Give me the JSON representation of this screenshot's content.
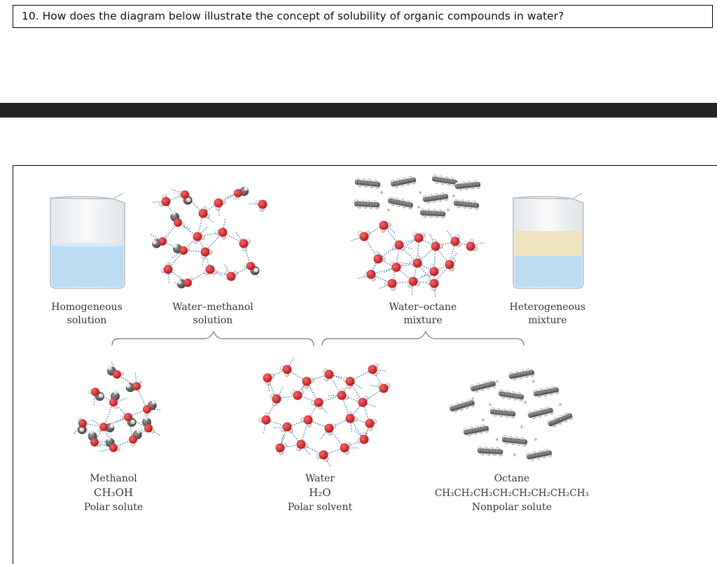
{
  "question": {
    "text": "10. How does the diagram below illustrate the concept of solubility of organic compounds in water?"
  },
  "top_row": {
    "homogeneous": {
      "line1": "Homogeneous",
      "line2": "solution"
    },
    "water_methanol": {
      "line1": "Water–methanol",
      "line2": "solution"
    },
    "water_octane": {
      "line1": "Water–octane",
      "line2": "mixture"
    },
    "heterogeneous": {
      "line1": "Heterogeneous",
      "line2": "mixture"
    }
  },
  "bottom_row": {
    "methanol": {
      "name": "Methanol",
      "formula": "CH₃OH",
      "role": "Polar solute"
    },
    "water": {
      "name": "Water",
      "formula": "H₂O",
      "role": "Polar solvent"
    },
    "octane": {
      "name": "Octane",
      "formula": "CH₃CH₂CH₂CH₂CH₂CH₂CH₂CH₃",
      "role": "Nonpolar solute"
    }
  },
  "colors": {
    "oxygen": "#d8242a",
    "hydrogen": "#f2f2f2",
    "carbon": "#6a6a6a",
    "hbond": "#2a6db5",
    "water_liquid": "#bcdcf4",
    "octane_layer": "#efe3c0"
  }
}
